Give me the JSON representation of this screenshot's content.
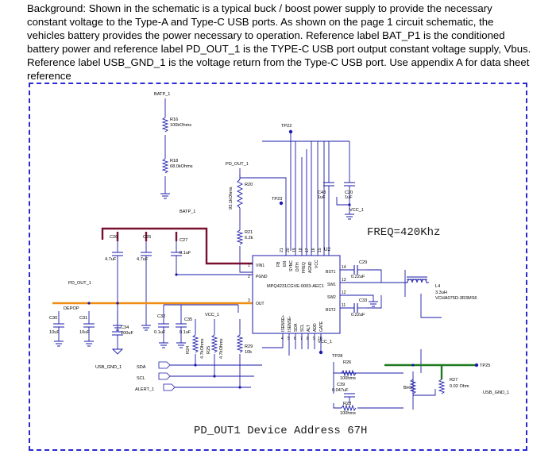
{
  "background": {
    "text": "Background: Shown in the schematic is a typical buck / boost power supply to provide the necessary constant voltage to the Type-A and Type-C USB ports. As shown on the page 1 circuit schematic, the vehicles battery provides the power necessary to operation. Reference label BAT_P1 is the conditioned battery power and reference label PD_OUT_1 is the TYPE-C USB port output constant voltage supply, Vbus. Reference label USB_GND_1 is the voltage return from the Type-C USB port. Use appendix A for data sheet reference"
  },
  "schematic": {
    "freq_label": "FREQ=420Khz",
    "device_address": "PD_OUT1 Device Address 67H",
    "nets": {
      "batp_top": "BATP_1",
      "batp_mid": "BATP_1",
      "pd_out_top": "PD_OUT_1",
      "pd_out_left": "PD_OUT_1",
      "vcc_right": "VCC_1",
      "vcc_mid": "VCC_1",
      "vcc_bottom": "VCC_1",
      "usb_gnd_left": "USB_GND_1",
      "usb_gnd_right": "USB_GND_1",
      "sda": "SDA",
      "scl": "SCL",
      "alert": "ALERT_1",
      "depop": "DEPOP"
    },
    "testpoints": {
      "tp22": "TP22",
      "tp23": "TP23",
      "tp28": "TP28",
      "tp25": "TP25"
    },
    "ic": {
      "ref": "U2",
      "part": "MPQ4231CGVE-0003-AEC1",
      "top_pins": [
        "FB",
        "EN",
        "SYNC",
        "DITH",
        "FREQ",
        "AGND",
        "VCC"
      ],
      "top_pin_nums": [
        "21",
        "20",
        "19",
        "18",
        "17",
        "16",
        "15"
      ],
      "bottom_pins": [
        "ISENSE+",
        "ISENSE-",
        "SDA",
        "SCL",
        "ALT",
        "ADD",
        "GATE"
      ],
      "bottom_pin_nums": [
        "4",
        "5",
        "6",
        "7",
        "8",
        "9",
        "10"
      ],
      "left_pins": [
        {
          "num": "1",
          "name": "VIN1"
        },
        {
          "num": "2",
          "name": "PGND"
        },
        {
          "num": "3",
          "name": "OUT"
        }
      ],
      "right_pins": [
        {
          "num": "14",
          "name": "BST1"
        },
        {
          "num": "13",
          "name": "SW1"
        },
        {
          "num": "12",
          "name": "SW2"
        },
        {
          "num": "11",
          "name": "BST2"
        }
      ]
    },
    "components": {
      "r16": {
        "ref": "R16",
        "value": "100kOhms"
      },
      "r18": {
        "ref": "R18",
        "value": "68.0kOhms"
      },
      "r20": {
        "ref": "R20",
        "value": "93.1kOhms"
      },
      "r21": {
        "ref": "R21",
        "value": "6.2k"
      },
      "r24": {
        "ref": "R24",
        "value": "4.7kOhms"
      },
      "r25": {
        "ref": "R25",
        "value": "4.7kOhms"
      },
      "r29": {
        "ref": "R29",
        "value": "10k"
      },
      "r26": {
        "ref": "R26",
        "value": "100hms"
      },
      "r28": {
        "ref": "R28",
        "value": "100hms"
      },
      "r27": {
        "ref": "R27",
        "value": "0.02 Ohm"
      },
      "c43": {
        "ref": "C43",
        "value": "1uF"
      },
      "c20": {
        "ref": "C20",
        "value": "1uF"
      },
      "c26": {
        "ref": "C26",
        "value": "4.7uF"
      },
      "c25": {
        "ref": "C25",
        "value": "4.7uF"
      },
      "c27": {
        "ref": "C27",
        "value": "0.1uF"
      },
      "c29": {
        "ref": "C29",
        "value": "0.22uF"
      },
      "c33": {
        "ref": "C33",
        "value": "0.22uF"
      },
      "c30": {
        "ref": "C30",
        "value": "10uF"
      },
      "c31": {
        "ref": "C31",
        "value": "10uF"
      },
      "c34": {
        "ref": "C34",
        "value": "100uF"
      },
      "c32": {
        "ref": "C32",
        "value": "0.1uF"
      },
      "c35": {
        "ref": "C35",
        "value": "0.1uF"
      },
      "c39": {
        "ref": "C39",
        "value": "0.047uF"
      },
      "l4": {
        "ref": "L4",
        "value": "3.3uH",
        "part": "VCHA075D-3R3MS6"
      },
      "bh1": {
        "ref": "BH1"
      }
    },
    "colors": {
      "wire": "#1a1aa8",
      "power_wire": "#7a1030",
      "out_wire": "#f08c10",
      "gnd_wire": "#1f7a1f",
      "frame": "#2a2ad0"
    }
  }
}
